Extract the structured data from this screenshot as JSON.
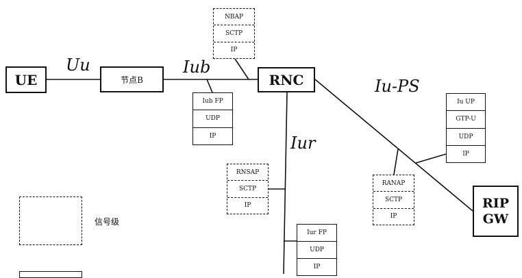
{
  "nodes": {
    "ue": "UE",
    "node_b": "节点B",
    "rnc": "RNC",
    "rip_gw_line1": "RIP",
    "rip_gw_line2": "GW"
  },
  "interfaces": {
    "uu": "Uu",
    "iub": "Iub",
    "iu_ps": "Iu-PS",
    "iur": "Iur"
  },
  "stacks": {
    "iub_signaling": [
      "NBAP",
      "SCTP",
      "IP"
    ],
    "iub_user": [
      "Iub FP",
      "UDP",
      "IP"
    ],
    "iur_signaling": [
      "RNSAP",
      "SCTP",
      "IP"
    ],
    "iur_user": [
      "Iur FP",
      "UDP",
      "IP"
    ],
    "iups_signaling": [
      "RANAP",
      "SCTP",
      "IP"
    ],
    "iups_user": [
      "Iu UP",
      "GTP-U",
      "UDP",
      "IP"
    ]
  },
  "legend": {
    "signaling_label": "信号级"
  }
}
